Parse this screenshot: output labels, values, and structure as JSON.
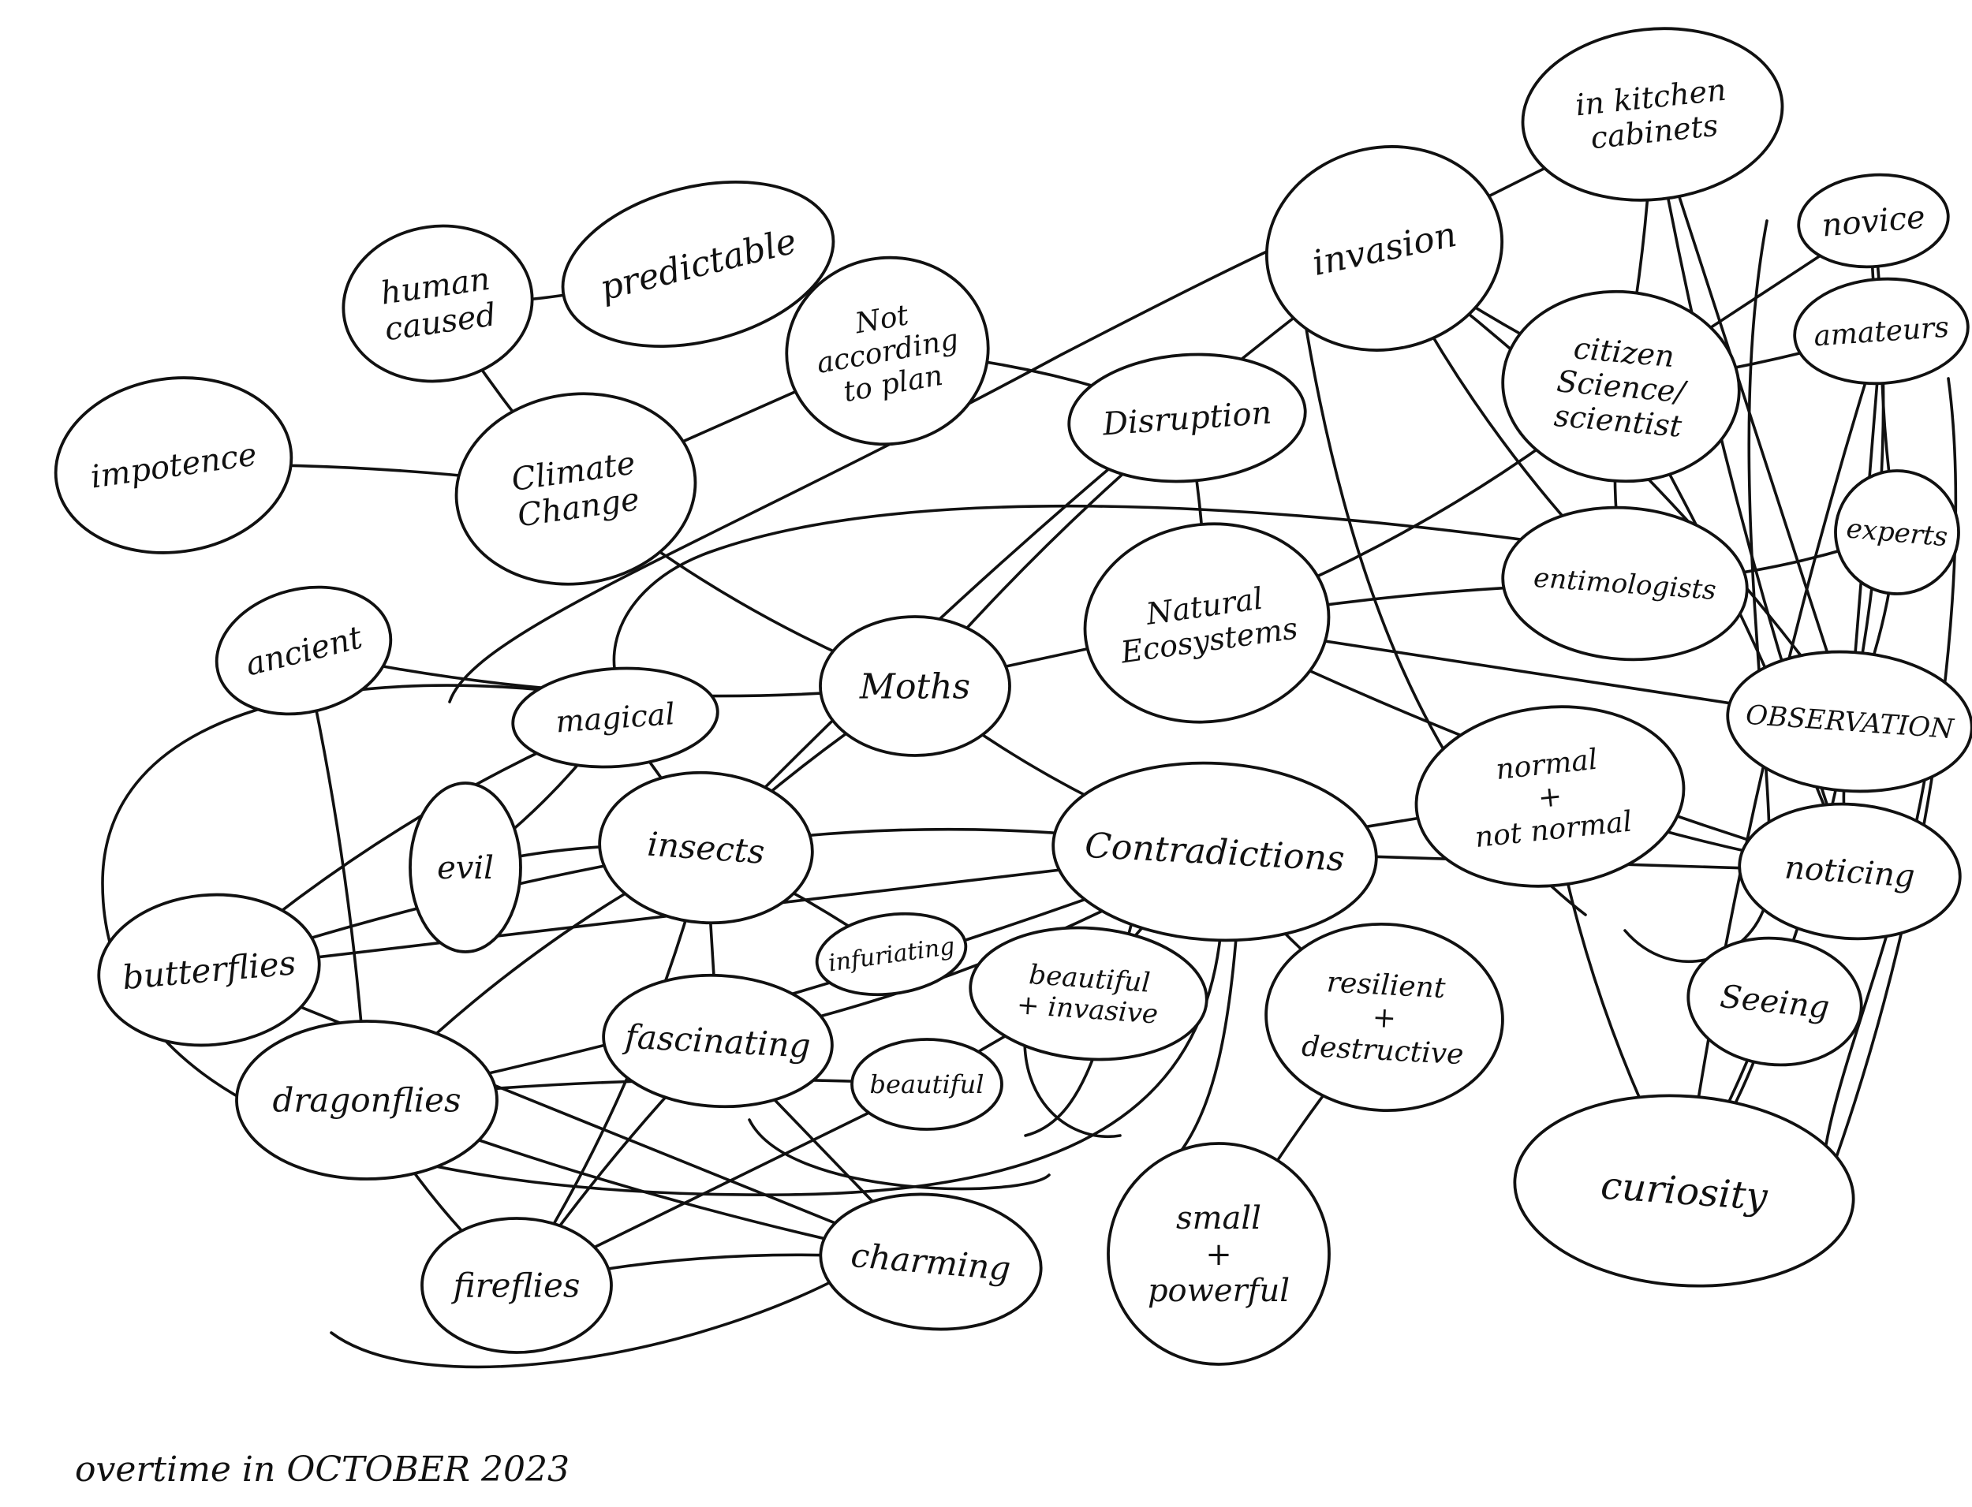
{
  "colors": {
    "ink": "#111111",
    "center_fill": "#f2ea17",
    "background": "#ffffff"
  },
  "center_node": "moths",
  "nodes": [
    {
      "id": "moths",
      "label": "Moths"
    },
    {
      "id": "human-caused",
      "label": "human caused"
    },
    {
      "id": "predictable",
      "label": "predictable"
    },
    {
      "id": "not-according",
      "label": "Not according to plan"
    },
    {
      "id": "impotence",
      "label": "impotence"
    },
    {
      "id": "climate-change",
      "label": "Climate Change"
    },
    {
      "id": "invasion",
      "label": "invasion"
    },
    {
      "id": "kitchen-cabinets",
      "label": "in kitchen cabinets"
    },
    {
      "id": "novice",
      "label": "novice"
    },
    {
      "id": "amateurs",
      "label": "amateurs"
    },
    {
      "id": "citizen-science",
      "label": "citizen Science/ scientist"
    },
    {
      "id": "disruption",
      "label": "Disruption"
    },
    {
      "id": "natural-ecosystems",
      "label": "Natural Ecosystems"
    },
    {
      "id": "entimologists",
      "label": "entimologists"
    },
    {
      "id": "experts",
      "label": "experts"
    },
    {
      "id": "observation",
      "label": "OBSERVATION"
    },
    {
      "id": "ancient",
      "label": "ancient"
    },
    {
      "id": "magical",
      "label": "magical"
    },
    {
      "id": "evil",
      "label": "evil"
    },
    {
      "id": "insects",
      "label": "insects"
    },
    {
      "id": "contradictions",
      "label": "Contradictions"
    },
    {
      "id": "normal",
      "label": "normal + not normal"
    },
    {
      "id": "noticing",
      "label": "noticing"
    },
    {
      "id": "butterflies",
      "label": "butterflies"
    },
    {
      "id": "infuriating",
      "label": "infuriating"
    },
    {
      "id": "beautiful-invasive",
      "label": "beautiful + invasive"
    },
    {
      "id": "resilient",
      "label": "resilient + destructive"
    },
    {
      "id": "seeing",
      "label": "Seeing"
    },
    {
      "id": "fascinating",
      "label": "fascinating"
    },
    {
      "id": "beautiful",
      "label": "beautiful"
    },
    {
      "id": "dragonflies",
      "label": "dragonflies"
    },
    {
      "id": "curiosity",
      "label": "curiosity"
    },
    {
      "id": "small-powerful",
      "label": "small + powerful"
    },
    {
      "id": "fireflies",
      "label": "fireflies"
    },
    {
      "id": "charming",
      "label": "charming"
    }
  ],
  "edges": [
    [
      "moths",
      "climate-change"
    ],
    [
      "moths",
      "disruption"
    ],
    [
      "moths",
      "natural-ecosystems"
    ],
    [
      "moths",
      "insects"
    ],
    [
      "moths",
      "contradictions"
    ],
    [
      "moths",
      "ancient"
    ],
    [
      "climate-change",
      "human-caused"
    ],
    [
      "climate-change",
      "not-according"
    ],
    [
      "climate-change",
      "impotence"
    ],
    [
      "human-caused",
      "predictable"
    ],
    [
      "not-according",
      "disruption"
    ],
    [
      "disruption",
      "natural-ecosystems"
    ],
    [
      "invasion",
      "kitchen-cabinets"
    ],
    [
      "invasion",
      "citizen-science"
    ],
    [
      "invasion",
      "entimologists"
    ],
    [
      "invasion",
      "observation"
    ],
    [
      "kitchen-cabinets",
      "citizen-science"
    ],
    [
      "kitchen-cabinets",
      "observation"
    ],
    [
      "kitchen-cabinets",
      "noticing"
    ],
    [
      "novice",
      "amateurs"
    ],
    [
      "novice",
      "observation"
    ],
    [
      "amateurs",
      "citizen-science"
    ],
    [
      "amateurs",
      "observation"
    ],
    [
      "amateurs",
      "curiosity"
    ],
    [
      "citizen-science",
      "entimologists"
    ],
    [
      "citizen-science",
      "natural-ecosystems"
    ],
    [
      "citizen-science",
      "noticing"
    ],
    [
      "citizen-science",
      "novice"
    ],
    [
      "entimologists",
      "natural-ecosystems"
    ],
    [
      "entimologists",
      "experts"
    ],
    [
      "experts",
      "observation"
    ],
    [
      "experts",
      "amateurs"
    ],
    [
      "natural-ecosystems",
      "observation"
    ],
    [
      "natural-ecosystems",
      "noticing"
    ],
    [
      "observation",
      "noticing"
    ],
    [
      "observation",
      "curiosity"
    ],
    [
      "noticing",
      "normal"
    ],
    [
      "noticing",
      "contradictions"
    ],
    [
      "insects",
      "magical"
    ],
    [
      "insects",
      "evil"
    ],
    [
      "insects",
      "contradictions"
    ],
    [
      "insects",
      "infuriating"
    ],
    [
      "insects",
      "fascinating"
    ],
    [
      "insects",
      "butterflies"
    ],
    [
      "insects",
      "dragonflies"
    ],
    [
      "insects",
      "fireflies"
    ],
    [
      "insects",
      "invasion"
    ],
    [
      "contradictions",
      "normal"
    ],
    [
      "contradictions",
      "beautiful-invasive"
    ],
    [
      "contradictions",
      "resilient"
    ],
    [
      "contradictions",
      "fascinating"
    ],
    [
      "contradictions",
      "dragonflies"
    ],
    [
      "contradictions",
      "butterflies"
    ],
    [
      "resilient",
      "small-powerful"
    ],
    [
      "normal",
      "curiosity"
    ],
    [
      "seeing",
      "curiosity"
    ],
    [
      "beautiful",
      "beautiful-invasive"
    ],
    [
      "beautiful",
      "fireflies"
    ],
    [
      "beautiful",
      "dragonflies"
    ],
    [
      "magical",
      "butterflies"
    ],
    [
      "magical",
      "evil"
    ],
    [
      "ancient",
      "dragonflies"
    ],
    [
      "butterflies",
      "charming"
    ],
    [
      "dragonflies",
      "charming"
    ],
    [
      "dragonflies",
      "fireflies"
    ],
    [
      "fireflies",
      "charming"
    ],
    [
      "fireflies",
      "fascinating"
    ],
    [
      "fascinating",
      "charming"
    ]
  ],
  "footer_note": "overtime in OCTOBER 2023"
}
